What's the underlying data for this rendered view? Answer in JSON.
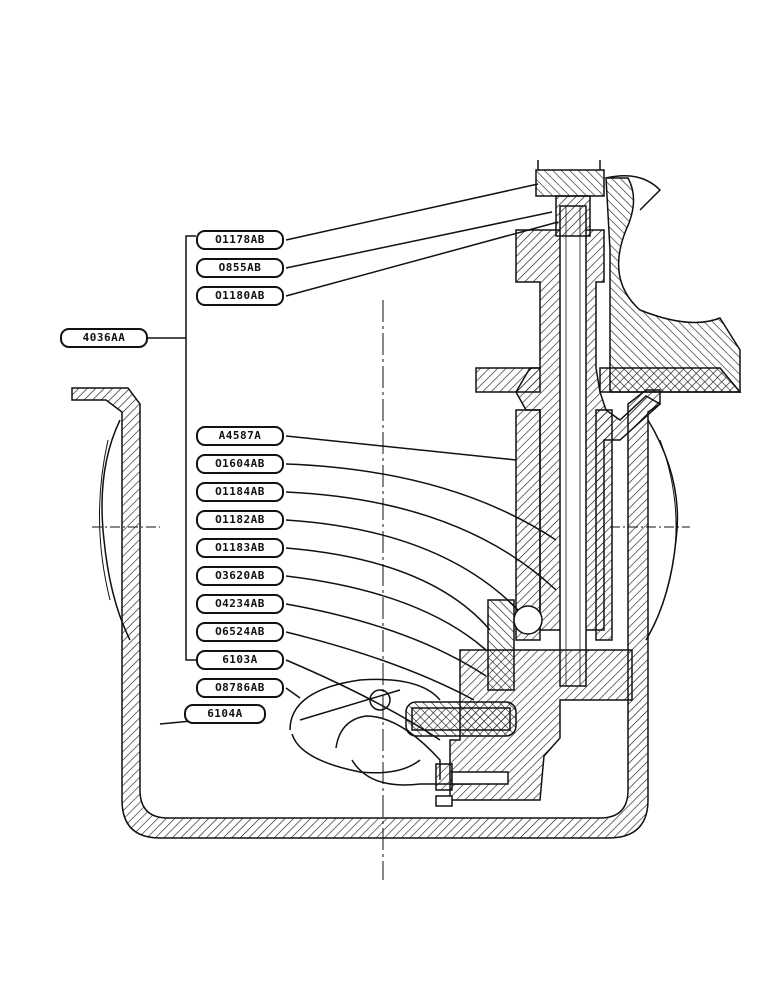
{
  "diagram": {
    "group_label": "4036AA",
    "part_labels": [
      "O1178AB",
      "O855AB",
      "O1180AB",
      "A4587A",
      "O1604AB",
      "O1184AB",
      "O1182AB",
      "O1183AB",
      "O3620AB",
      "O4234AB",
      "O6524AB",
      "6103A",
      "O8786AB",
      "6104A"
    ]
  },
  "colors": {
    "ink": "#111111",
    "paper": "#ffffff"
  }
}
